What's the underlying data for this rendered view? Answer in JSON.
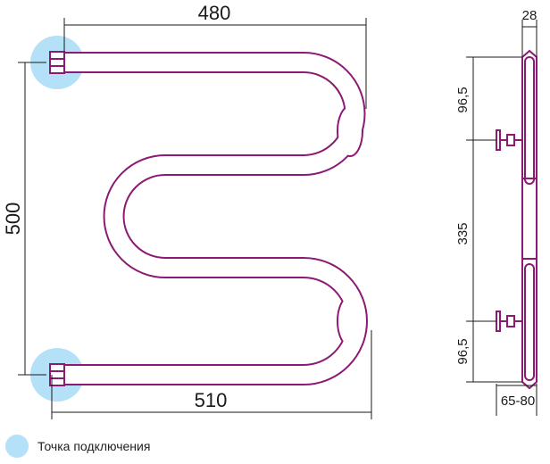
{
  "colors": {
    "pipe": "#8c1a74",
    "connection": "#b4e1f7",
    "line": "#1a1a1a"
  },
  "dimensions": {
    "top_width": "480",
    "bottom_width": "510",
    "height": "500",
    "depth": "28",
    "top_offset": "96,5",
    "center_distance": "335",
    "bottom_offset": "96,5",
    "wall_distance": "65-80"
  },
  "legend": {
    "icon": "connection-point-icon",
    "label": "Точка подключения"
  }
}
